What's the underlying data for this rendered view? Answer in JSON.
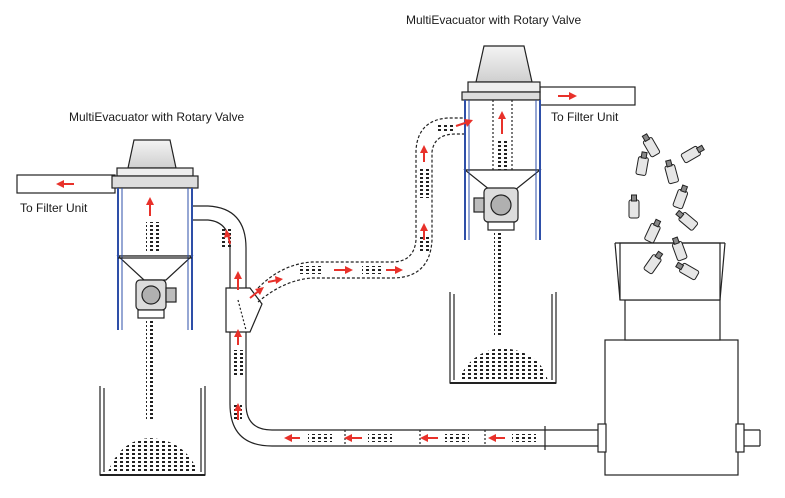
{
  "labels": {
    "evac_right": "MultiEvacuator with Rotary Valve",
    "evac_left": "MultiEvacuator with Rotary Valve",
    "filter_right": "To Filter Unit",
    "filter_left": "To Filter Unit"
  },
  "colors": {
    "arrow": "#e8312a",
    "pipe_line": "#222222",
    "frame_blue": "#2e4fa8",
    "shade": "#d9d9d9"
  }
}
